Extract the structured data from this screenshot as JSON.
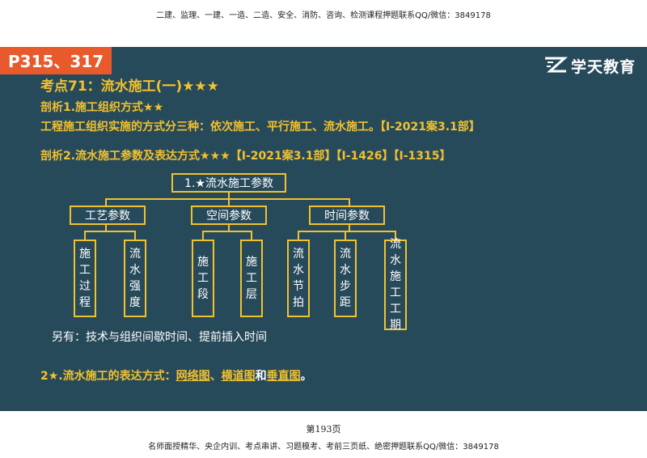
{
  "top_banner": "二建、监理、一建、一造、二造、安全、消防、咨询、检测课程押题联系QQ/微信：3849178",
  "page_tag": "P315、317",
  "logo": {
    "icon": "xuetian-logo-icon",
    "text": "学天教育"
  },
  "heading": "考点71：流水施工(一)★★★",
  "analysis1": {
    "title": "剖析1.施工组织方式★★",
    "body": "工程施工组织实施的方式分三种：依次施工、平行施工、流水施工。【Ⅰ-2021案3.1部】"
  },
  "analysis2": "剖析2.流水施工参数及表达方式★★★【Ⅰ-2021案3.1部】【Ⅰ-1426】【Ⅰ-1315】",
  "diagram": {
    "root": "1.★流水施工参数",
    "groups": [
      {
        "label": "工艺参数",
        "items": [
          "施工过程",
          "流水强度"
        ]
      },
      {
        "label": "空间参数",
        "items": [
          "施工段",
          "施工层"
        ]
      },
      {
        "label": "时间参数",
        "items": [
          "流水节拍",
          "流水步距",
          "流水施工工期"
        ]
      }
    ]
  },
  "note": "另有：技术与组织间歇时间、提前插入时间",
  "expression": {
    "prefix": "2★.流水施工的表达方式：",
    "link1": "网络图",
    "sep1": "、",
    "link2": "横道图",
    "sep2": "和",
    "link3": "垂直图",
    "suffix": "。"
  },
  "page_number": "第193页",
  "bottom_banner": "名师面授精华、央企内训、考点串讲、习题模考、考前三页纸、绝密押题联系QQ/微信：3849178",
  "colors": {
    "slide_bg": "#274a5b",
    "accent": "#f2c12e",
    "tag": "#e8592b"
  }
}
